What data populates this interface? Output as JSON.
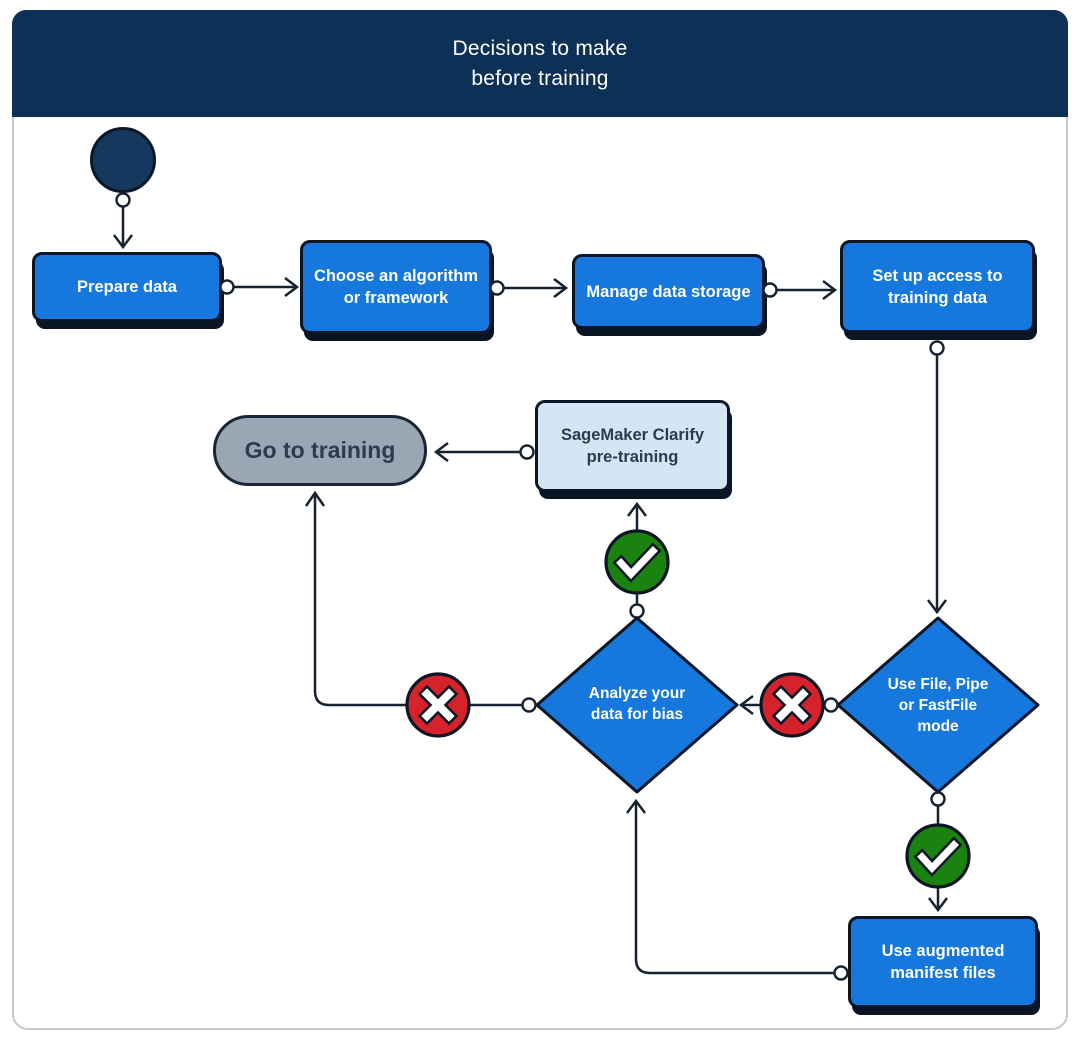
{
  "colors": {
    "header_navy": "#0d3156",
    "start_navy": "#15395e",
    "node_blue": "#1677dd",
    "node_light_blue": "#d4e5f6",
    "capsule_gray": "#9aa6b4",
    "success_green": "#1a820e",
    "fail_red": "#d6222b",
    "ink": "#0b1726",
    "line": "#16222f",
    "ink_text": "#2b3c4f",
    "card_border": "#c8c9ca",
    "shadow": "#0a1523"
  },
  "header": {
    "title": "Decisions to make\nbefore training"
  },
  "nodes": {
    "start": {
      "type": "start-circle"
    },
    "prepare_data": {
      "label": "Prepare data",
      "type": "process"
    },
    "choose_algorithm": {
      "label": "Choose an algorithm\nor framework",
      "type": "process"
    },
    "manage_data_storage": {
      "label": "Manage data storage",
      "type": "process"
    },
    "setup_access": {
      "label": "Set up access to\ntraining data",
      "type": "process"
    },
    "use_file_pipe_mode": {
      "label": "Use File, Pipe\nor FastFile\nmode",
      "type": "decision"
    },
    "analyze_bias": {
      "label": "Analyze your\ndata for bias",
      "type": "decision"
    },
    "sagemaker_clarify": {
      "label": "SageMaker Clarify\npre-training",
      "type": "process-light"
    },
    "go_to_training": {
      "label": "Go to training",
      "type": "terminal"
    },
    "augmented_manifest": {
      "label": "Use augmented\nmanifest files",
      "type": "process"
    }
  },
  "icons": {
    "success": "check-circle-green",
    "failure": "x-circle-red"
  },
  "edges": [
    {
      "from": "start",
      "to": "prepare_data"
    },
    {
      "from": "prepare_data",
      "to": "choose_algorithm"
    },
    {
      "from": "choose_algorithm",
      "to": "manage_data_storage"
    },
    {
      "from": "manage_data_storage",
      "to": "setup_access"
    },
    {
      "from": "setup_access",
      "to": "use_file_pipe_mode"
    },
    {
      "from": "use_file_pipe_mode",
      "to": "augmented_manifest",
      "result": "yes (check)"
    },
    {
      "from": "use_file_pipe_mode",
      "to": "analyze_bias",
      "result": "no (x)"
    },
    {
      "from": "augmented_manifest",
      "to": "analyze_bias"
    },
    {
      "from": "analyze_bias",
      "to": "sagemaker_clarify",
      "result": "yes (check)"
    },
    {
      "from": "analyze_bias",
      "to": "go_to_training",
      "result": "no (x)"
    },
    {
      "from": "sagemaker_clarify",
      "to": "go_to_training"
    }
  ]
}
